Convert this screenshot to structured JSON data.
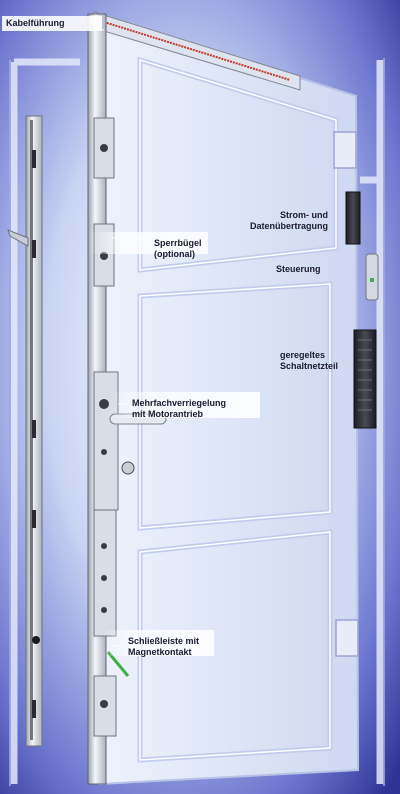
{
  "labels": {
    "kabelfuehrung": "Kabelführung",
    "strom_line1": "Strom- und",
    "strom_line2": "Datenübertragung",
    "sperr_line1": "Sperrbügel",
    "sperr_line2": "(optional)",
    "steuerung": "Steuerung",
    "netz_line1": "geregeltes",
    "netz_line2": "Schaltnetzteil",
    "mehr_line1": "Mehrfachverriegelung",
    "mehr_line2": "mit Motorantrieb",
    "schl_line1": "Schließleiste mit",
    "schl_line2": "Magnetkontakt"
  },
  "colors": {
    "background_center": "#ffffff",
    "background_edge": "#3a3fa8",
    "frame_profile": "#c8d0ee",
    "lock_bar": "#dfe3ea",
    "cable": "#c0392b",
    "contact_green": "#3fae49"
  }
}
